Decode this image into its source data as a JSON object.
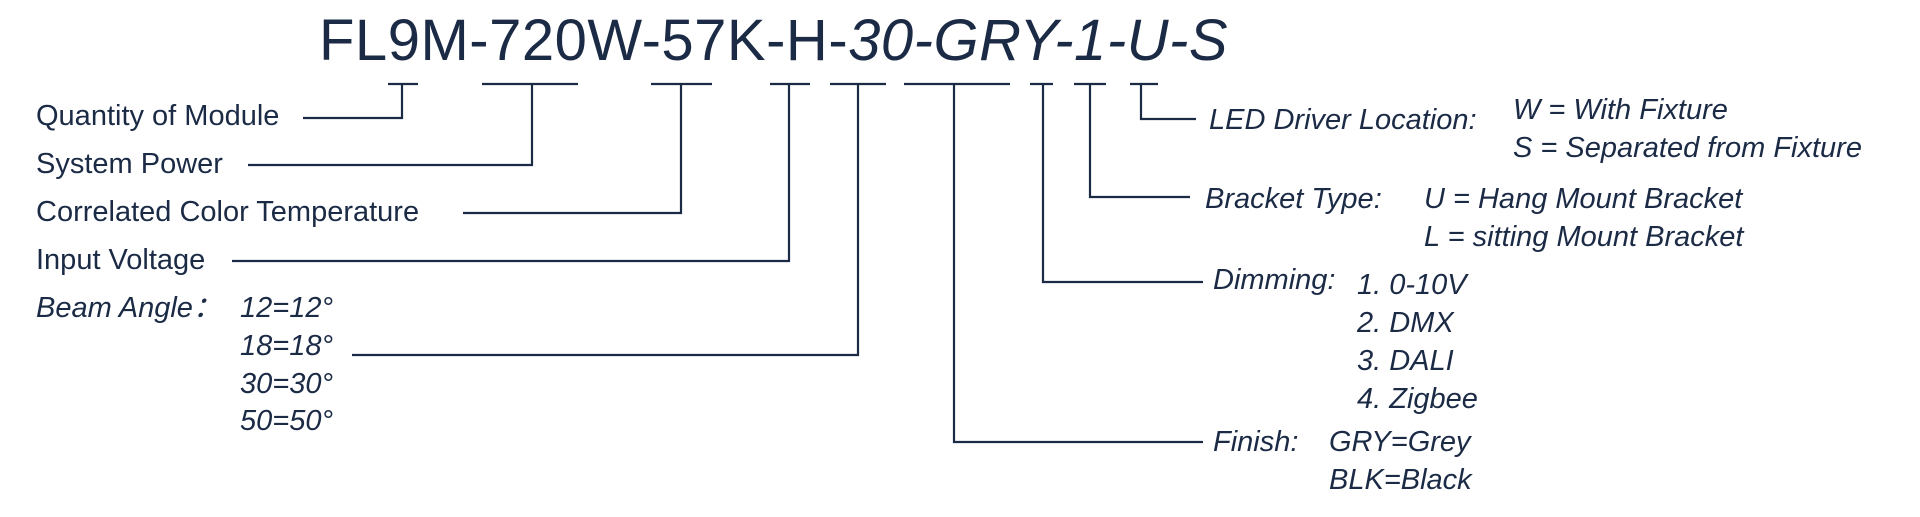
{
  "model": {
    "segments": [
      {
        "text": "FL",
        "italic": false
      },
      {
        "text": "9M",
        "italic": false
      },
      {
        "text": "-",
        "italic": false
      },
      {
        "text": "720W",
        "italic": false
      },
      {
        "text": "-",
        "italic": false
      },
      {
        "text": "57K",
        "italic": false
      },
      {
        "text": "-",
        "italic": false
      },
      {
        "text": "H",
        "italic": false
      },
      {
        "text": "-",
        "italic": false
      },
      {
        "text": "30",
        "italic": true
      },
      {
        "text": "-",
        "italic": true
      },
      {
        "text": "GRY",
        "italic": true
      },
      {
        "text": "-",
        "italic": true
      },
      {
        "text": "1",
        "italic": true
      },
      {
        "text": "-",
        "italic": true
      },
      {
        "text": "U",
        "italic": true
      },
      {
        "text": "-",
        "italic": true
      },
      {
        "text": "S",
        "italic": true
      }
    ]
  },
  "left_labels": {
    "quantity": "Quantity of Module",
    "power": "System Power",
    "cct": "Correlated Color Temperature",
    "voltage": "Input Voltage",
    "beam_title": "Beam Angle：",
    "beam_options": [
      "12=12°",
      "18=18°",
      "30=30°",
      "50=50°"
    ]
  },
  "right_labels": {
    "driver_title": "LED Driver Location:",
    "driver_options": [
      "W = With Fixture",
      "S = Separated from Fixture"
    ],
    "bracket_title": "Bracket Type:",
    "bracket_options": [
      "U = Hang Mount Bracket",
      "L = sitting Mount Bracket"
    ],
    "dimming_title": "Dimming:",
    "dimming_options": [
      "1. 0-10V",
      "2. DMX",
      "3. DALI",
      "4. Zigbee"
    ],
    "finish_title": "Finish:",
    "finish_options": [
      "GRY=Grey",
      "BLK=Black"
    ]
  },
  "colors": {
    "text": "#1b2a45",
    "lines": "#1b2a45"
  }
}
